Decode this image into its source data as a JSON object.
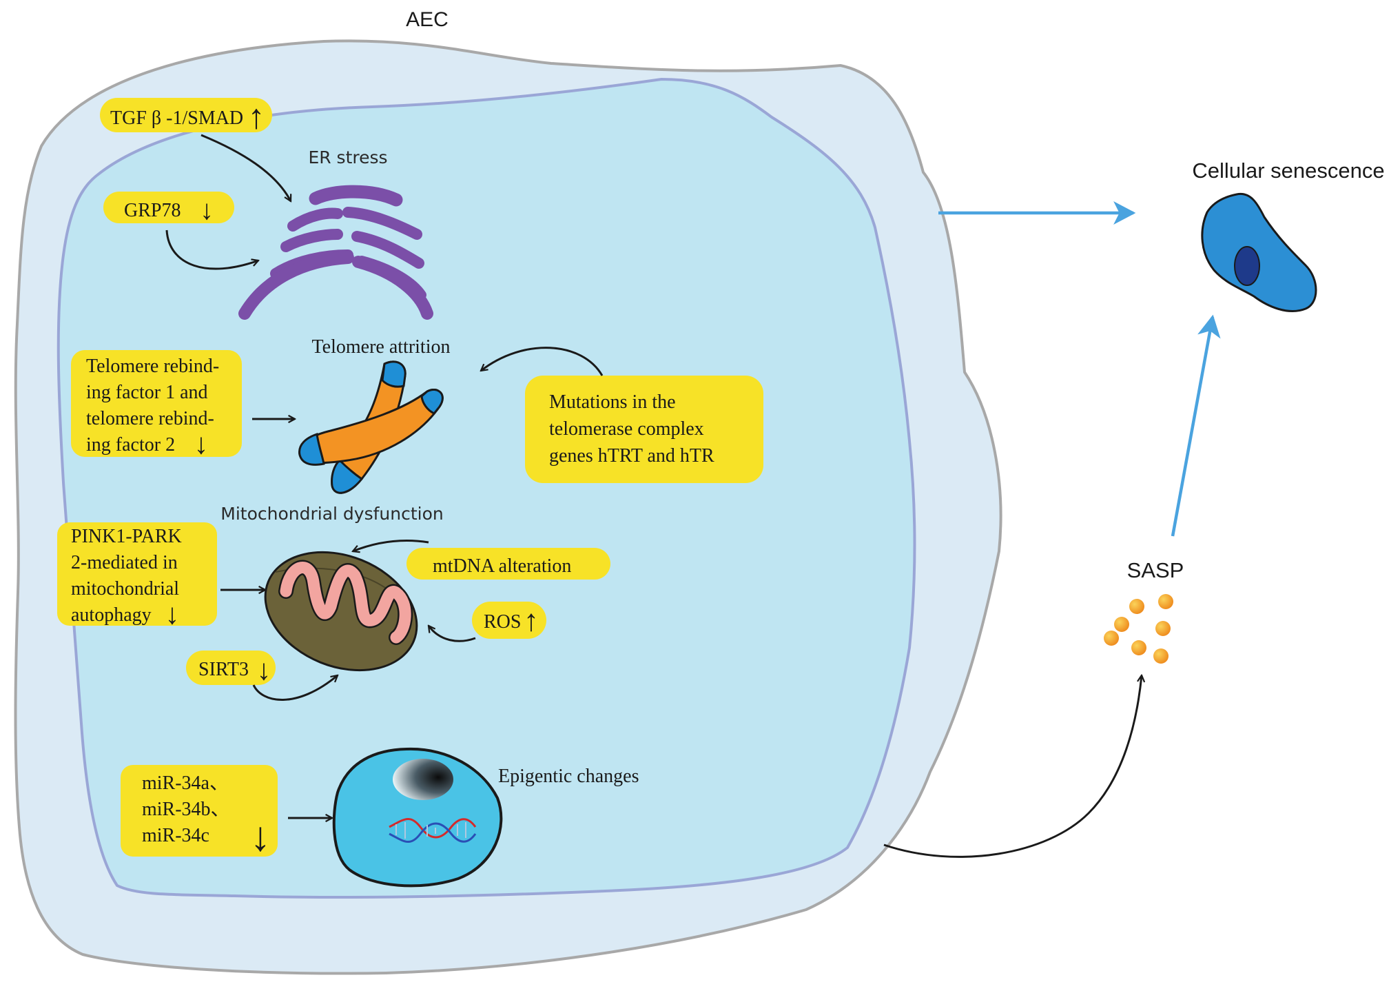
{
  "labels": {
    "cell_title": "AEC",
    "er_stress": "ER stress",
    "telomere_attrition": "Telomere attrition",
    "mito_dysfunction": "Mitochondrial dysfunction",
    "epigenetic_changes": "Epigentic changes",
    "cellular_senescence": "Cellular senescence",
    "sasp": "SASP"
  },
  "boxes": {
    "tgf": "TGF β -1/SMAD",
    "grp78": "GRP78",
    "telomere_factors": [
      "Telomere rebind-",
      "ing factor 1 and",
      "telomere rebind-",
      "ing factor 2"
    ],
    "mutations": [
      "Mutations in the",
      "telomerase complex",
      "genes hTRT and hTR"
    ],
    "pink1": [
      "PINK1-PARK",
      "2-mediated  in",
      "mitochondrial",
      "autophagy"
    ],
    "mtdna": "mtDNA alteration",
    "ros": "ROS",
    "sirt3": "SIRT3",
    "mirs": [
      "miR-34a、",
      "miR-34b、",
      "miR-34c"
    ]
  },
  "symbols": {
    "up": "↑",
    "down": "↓"
  },
  "colors": {
    "cell_outer": "#dbeaf5",
    "cell_inner": "#bfe5f2",
    "membrane_line": "#9aa6d6",
    "highlight_box": "#f7e227",
    "er": "#7b4fa8",
    "chromosome": "#f39323",
    "telomere_cap": "#1f8fd6",
    "mito_outer": "#6b6239",
    "mito_cristae": "#f2a5a0",
    "nucleus": "#4ac3e6",
    "senescent_cell": "#2c8fd4",
    "senescent_nucleus": "#1e3a8a",
    "sasp_particle": "#f2a81f",
    "pathway_arrow": "#4aa3df"
  }
}
